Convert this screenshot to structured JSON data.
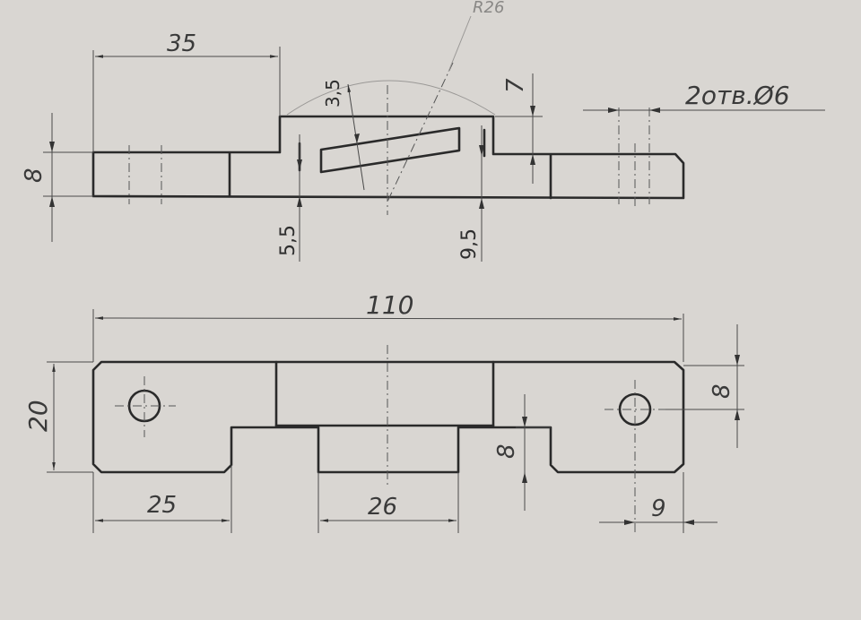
{
  "drawing": {
    "paper_color": "#d9d6d2",
    "line_color": "#2a2a2a",
    "top_view": {
      "dims": {
        "length_35": "35",
        "radius": "R26",
        "height_3_5": "3,5",
        "height_7": "7",
        "holes_note": "2отв.Ø6",
        "height_8": "8",
        "offset_5_5": "5,5",
        "offset_9_5": "9,5"
      }
    },
    "front_view": {
      "dims": {
        "total_110": "110",
        "height_20": "20",
        "hole_8": "8",
        "step_8": "8",
        "left_25": "25",
        "center_26": "26",
        "right_9": "9"
      }
    }
  }
}
